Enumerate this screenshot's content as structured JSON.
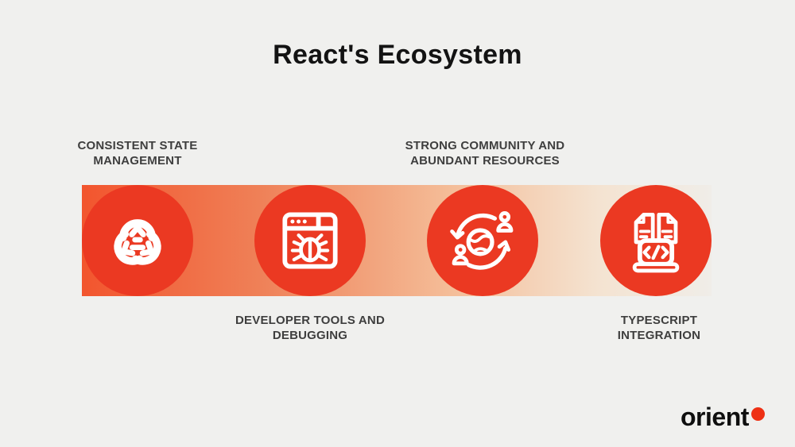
{
  "page": {
    "title": "React's Ecosystem",
    "background_color": "#F0F0EE",
    "title_color": "#131313"
  },
  "band": {
    "gradient_start": "#F2552E",
    "gradient_mid": "#F4BC97",
    "gradient_end": "#F0EDE8"
  },
  "colors": {
    "circle_red": "#EB3922",
    "icon_white": "#FFFFFF",
    "label_text": "#3E3E3E"
  },
  "items": [
    {
      "id": "state-management",
      "label": "CONSISTENT STATE MANAGEMENT",
      "label_lines": [
        "CONSISTENT STATE",
        "MANAGEMENT"
      ],
      "label_position": "above",
      "icon": "state-cycle-icon"
    },
    {
      "id": "developer-tools",
      "label": "DEVELOPER TOOLS AND DEBUGGING",
      "label_lines": [
        "DEVELOPER TOOLS AND",
        "DEBUGGING"
      ],
      "label_position": "below",
      "icon": "browser-bug-icon"
    },
    {
      "id": "community",
      "label": "STRONG COMMUNITY AND ABUNDANT RESOURCES",
      "label_lines": [
        "STRONG COMMUNITY AND",
        "ABUNDANT RESOURCES"
      ],
      "label_position": "above",
      "icon": "community-globe-icon"
    },
    {
      "id": "typescript",
      "label": "TYPESCRIPT INTEGRATION",
      "label_lines": [
        "TYPESCRIPT",
        "INTEGRATION"
      ],
      "label_position": "below",
      "icon": "code-laptop-documents-icon"
    }
  ],
  "logo": {
    "text": "orient",
    "dot_color": "#EE3014"
  }
}
